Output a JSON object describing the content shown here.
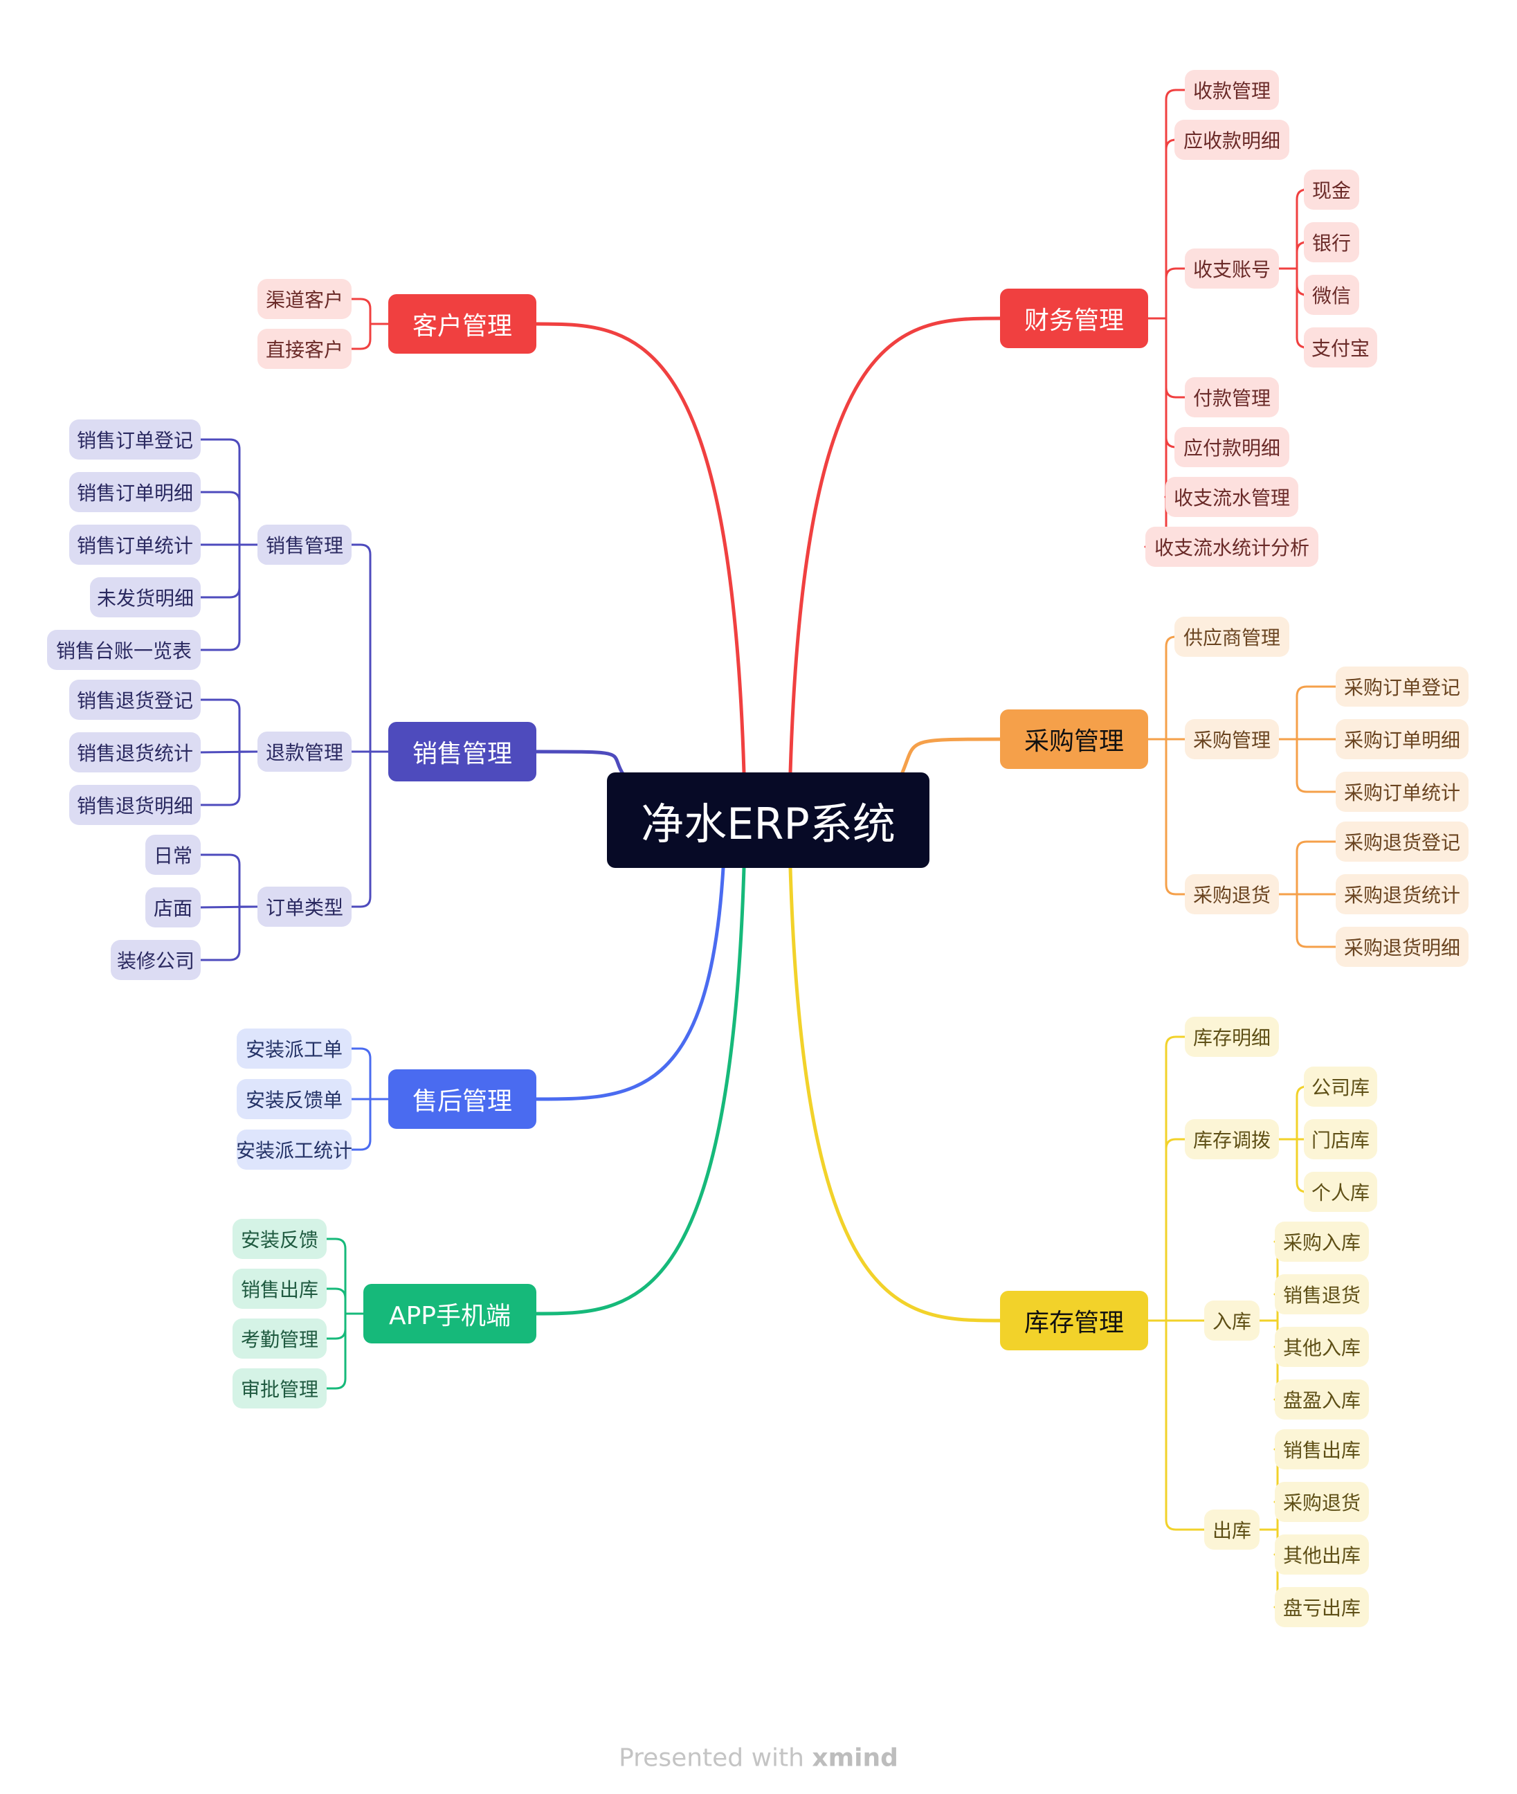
{
  "root": "净水ERP系统",
  "branches": [
    {
      "key": "kehu",
      "title": "客户管理",
      "color": "#f04040",
      "bg": "#fde0de",
      "text": "#6a2a28",
      "children": [
        {
          "label": "渠道客户"
        },
        {
          "label": "直接客户"
        }
      ]
    },
    {
      "key": "xiaoshou",
      "title": "销售管理",
      "color": "#4e4bbd",
      "bg": "#dcdcf3",
      "text": "#2a2960",
      "children": [
        {
          "label": "销售管理",
          "children": [
            {
              "label": "销售订单登记"
            },
            {
              "label": "销售订单明细"
            },
            {
              "label": "销售订单统计"
            },
            {
              "label": "未发货明细"
            },
            {
              "label": "销售台账一览表"
            }
          ]
        },
        {
          "label": "退款管理",
          "children": [
            {
              "label": "销售退货登记"
            },
            {
              "label": "销售退货统计"
            },
            {
              "label": "销售退货明细"
            }
          ]
        },
        {
          "label": "订单类型",
          "children": [
            {
              "label": "日常"
            },
            {
              "label": "店面"
            },
            {
              "label": "装修公司"
            }
          ]
        }
      ]
    },
    {
      "key": "shouhou",
      "title": "售后管理",
      "color": "#4a6bf0",
      "bg": "#dee5fc",
      "text": "#243266",
      "children": [
        {
          "label": "安装派工单"
        },
        {
          "label": "安装反馈单"
        },
        {
          "label": "安装派工统计"
        }
      ]
    },
    {
      "key": "app",
      "title": "APP手机端",
      "color": "#16b97a",
      "bg": "#d5f3e6",
      "text": "#1f5a40",
      "children": [
        {
          "label": "安装反馈"
        },
        {
          "label": "销售出库"
        },
        {
          "label": "考勤管理"
        },
        {
          "label": "审批管理"
        }
      ]
    },
    {
      "key": "caiwu",
      "title": "财务管理",
      "color": "#f04040",
      "bg": "#fde0de",
      "text": "#6a2a28",
      "children": [
        {
          "label": "收款管理"
        },
        {
          "label": "应收款明细"
        },
        {
          "label": "收支账号",
          "children": [
            {
              "label": "现金"
            },
            {
              "label": "银行"
            },
            {
              "label": "微信"
            },
            {
              "label": "支付宝"
            }
          ]
        },
        {
          "label": "付款管理"
        },
        {
          "label": "应付款明细"
        },
        {
          "label": "收支流水管理"
        },
        {
          "label": "收支流水统计分析"
        }
      ]
    },
    {
      "key": "caigou",
      "title": "采购管理",
      "color": "#f5a04a",
      "bg": "#fdeede",
      "text": "#6a4420",
      "children": [
        {
          "label": "供应商管理"
        },
        {
          "label": "采购管理",
          "children": [
            {
              "label": "采购订单登记"
            },
            {
              "label": "采购订单明细"
            },
            {
              "label": "采购订单统计"
            }
          ]
        },
        {
          "label": "采购退货",
          "children": [
            {
              "label": "采购退货登记"
            },
            {
              "label": "采购退货统计"
            },
            {
              "label": "采购退货明细"
            }
          ]
        }
      ]
    },
    {
      "key": "kucun",
      "title": "库存管理",
      "color": "#f2d22a",
      "bg": "#fcf5d6",
      "text": "#5e4f16",
      "children": [
        {
          "label": "库存明细"
        },
        {
          "label": "库存调拨",
          "children": [
            {
              "label": "公司库"
            },
            {
              "label": "门店库"
            },
            {
              "label": "个人库"
            }
          ]
        },
        {
          "label": "入库",
          "children": [
            {
              "label": "采购入库"
            },
            {
              "label": "销售退货"
            },
            {
              "label": "其他入库"
            },
            {
              "label": "盘盈入库"
            }
          ]
        },
        {
          "label": "出库",
          "children": [
            {
              "label": "销售出库"
            },
            {
              "label": "采购退货"
            },
            {
              "label": "其他出库"
            },
            {
              "label": "盘亏出库"
            }
          ]
        }
      ]
    }
  ],
  "footer": {
    "prefix": "Presented with",
    "brand": "xmind"
  }
}
